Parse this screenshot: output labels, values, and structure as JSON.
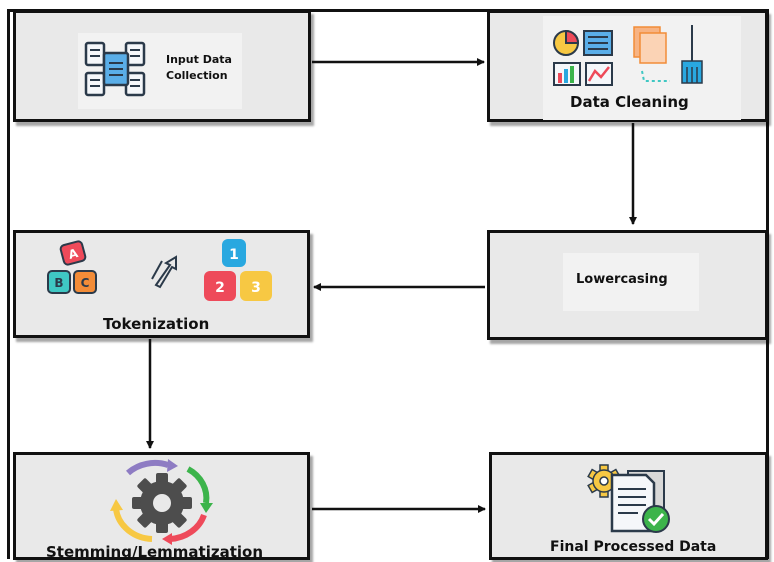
{
  "steps": {
    "input": {
      "label": "Input Data Collection",
      "label_line1": "Input Data",
      "label_line2": "Collection",
      "icon": "documents-icon"
    },
    "cleaning": {
      "label": "Data Cleaning",
      "icon": "charts-cleaning-icon"
    },
    "lowercasing": {
      "label": "Lowercasing"
    },
    "tokenization": {
      "label": "Tokenization",
      "icon": "abc-123-blocks-icon",
      "letters": [
        "A",
        "B",
        "C"
      ],
      "numbers": [
        "1",
        "2",
        "3"
      ]
    },
    "stemming": {
      "label": "Stemming/Lemmatization",
      "icon": "gear-cycle-icon"
    },
    "final": {
      "label": "Final Processed Data",
      "icon": "processed-document-icon"
    }
  },
  "colors": {
    "box_fill": "#e9e9e9",
    "border": "#111111",
    "accent_blue": "#29a8e0",
    "accent_red": "#ee4a5a",
    "accent_yellow": "#f7c843",
    "accent_green": "#3cb44b",
    "accent_orange": "#f28c38",
    "accent_teal": "#3fc7c3"
  }
}
